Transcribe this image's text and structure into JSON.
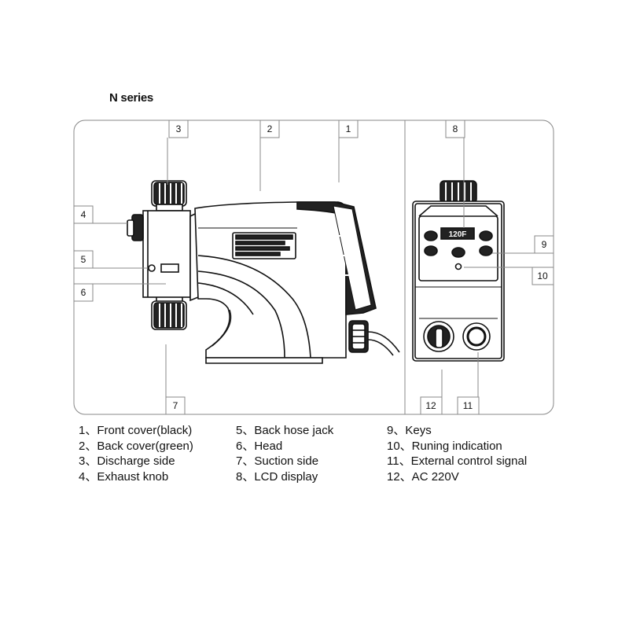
{
  "title": "N series",
  "lcd_value": "120F",
  "label_plate_lines": [
    "",
    "",
    "",
    ""
  ],
  "callouts": [
    "1",
    "2",
    "3",
    "4",
    "5",
    "6",
    "7",
    "8",
    "9",
    "10",
    "11",
    "12"
  ],
  "legend_col1": [
    "1、Front cover(black)",
    "2、Back cover(green)",
    "3、Discharge side",
    "4、Exhaust knob"
  ],
  "legend_col2": [
    "5、Back hose jack",
    "6、Head",
    "7、Suction side",
    "8、LCD display"
  ],
  "legend_col3": [
    "9、Keys",
    "10、Runing indication",
    "11、External control signal",
    "12、AC  220V"
  ]
}
